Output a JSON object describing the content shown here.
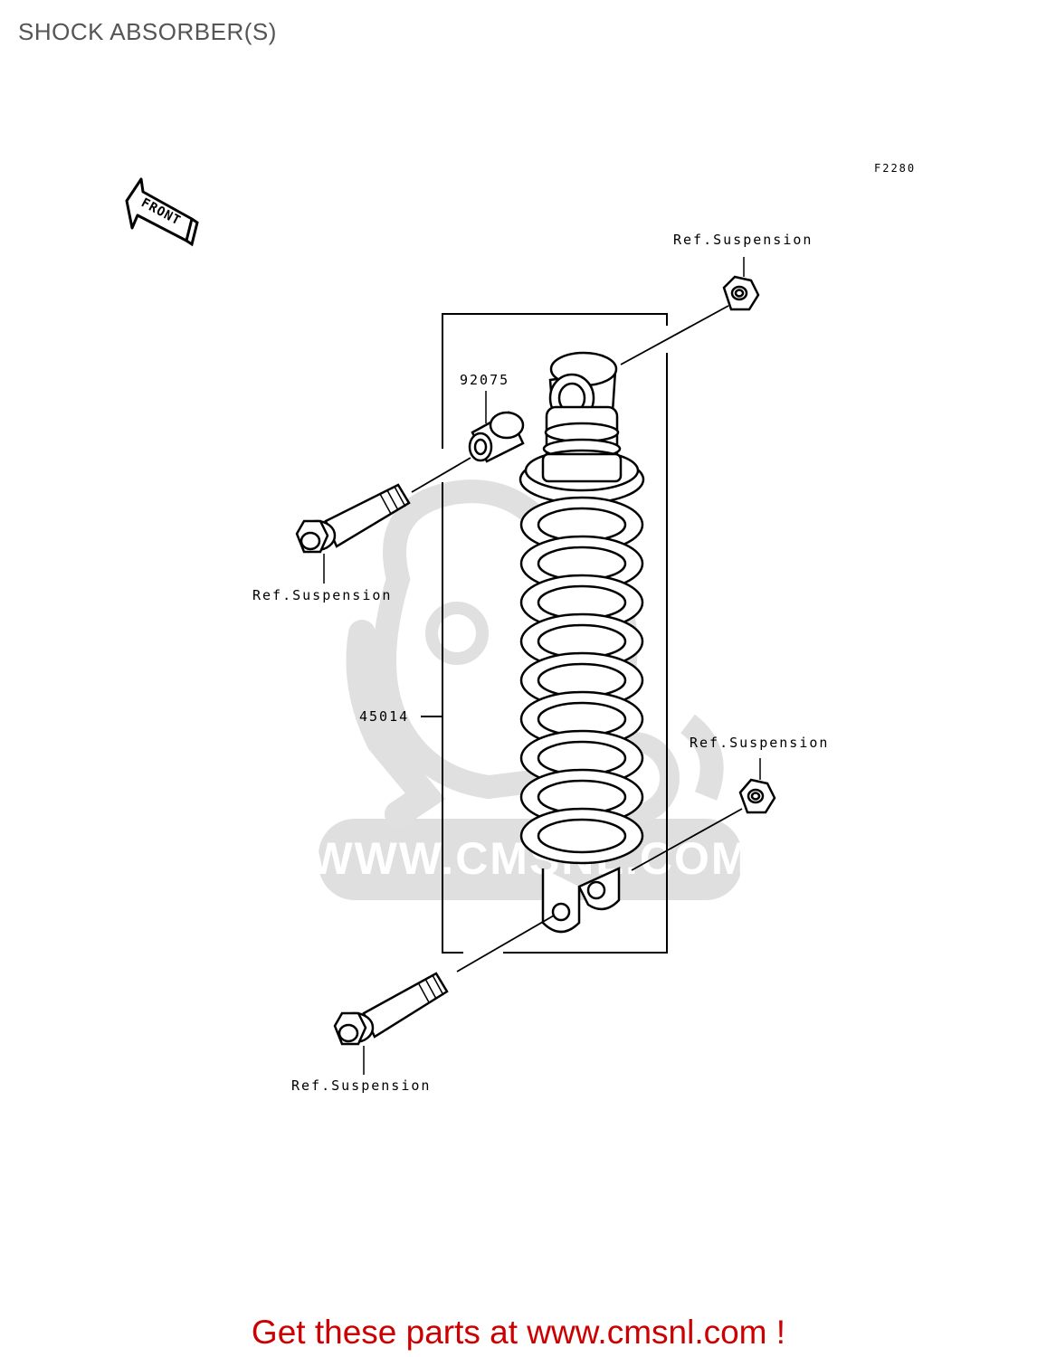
{
  "title": "SHOCK ABSORBER(S)",
  "diagram_code": "F2280",
  "front_label": "FRONT",
  "callouts": {
    "ref_top_right": "Ref.Suspension",
    "ref_upper_left": "Ref.Suspension",
    "ref_lower_right": "Ref.Suspension",
    "ref_bottom": "Ref.Suspension",
    "part_collar": "92075",
    "part_shock": "45014"
  },
  "watermark": "WWW.CMSNL.COM",
  "cta": "Get these parts at www.cmsnl.com !",
  "colors": {
    "cta": "#cc0000",
    "title": "#555555",
    "line": "#000000",
    "watermark": "#d9d9d9"
  }
}
